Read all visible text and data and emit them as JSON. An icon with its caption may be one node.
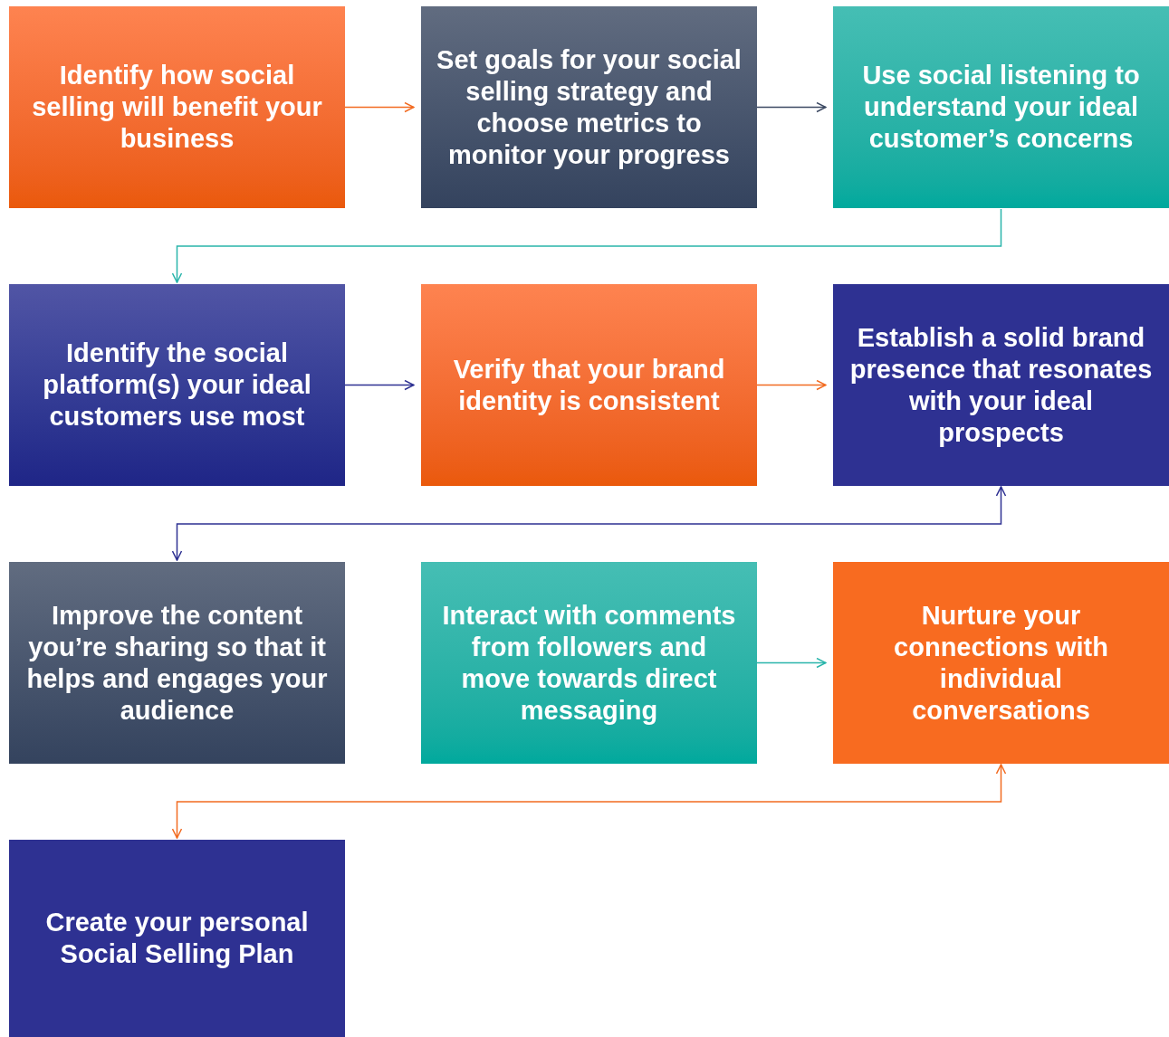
{
  "diagram": {
    "nodes": [
      {
        "text": [
          "Identify how social selling will benefit your business"
        ]
      },
      {
        "text": [
          "Set goals for your social selling strategy and choose metrics to monitor your progress"
        ]
      },
      {
        "text": [
          "Use social listening to understand your ideal customer’s concerns"
        ]
      },
      {
        "text": [
          "Identify the social platform(s) your ideal customers use most"
        ]
      },
      {
        "text": [
          "Verify that your brand identity is consistent"
        ]
      },
      {
        "text": [
          "Establish a solid brand presence that resonates with your ideal prospects"
        ]
      },
      {
        "text": [
          "Improve the content you’re sharing so that it helps and engages your audience"
        ]
      },
      {
        "text": [
          "Interact with comments from followers and move towards direct messaging"
        ]
      },
      {
        "text": [
          "Nurture your connections with individual conversations"
        ]
      },
      {
        "text": [
          "Create your personal Social Selling Plan"
        ]
      }
    ],
    "edges": [
      {
        "from": 0,
        "to": 1,
        "arrow": "to",
        "color": "#f26b21"
      },
      {
        "from": 1,
        "to": 2,
        "arrow": "to",
        "color": "#3d4a63"
      },
      {
        "from": 2,
        "to": 3,
        "arrow": "to",
        "color": "#2ab5ab"
      },
      {
        "from": 3,
        "to": 4,
        "arrow": "to",
        "color": "#2e3192"
      },
      {
        "from": 4,
        "to": 5,
        "arrow": "to",
        "color": "#f26b21"
      },
      {
        "from": 5,
        "to": 6,
        "arrow": "both",
        "color": "#2e3192"
      },
      {
        "from": 7,
        "to": 8,
        "arrow": "to",
        "color": "#2ab5ab"
      },
      {
        "from": 8,
        "to": 9,
        "arrow": "both",
        "color": "#f26b21"
      }
    ]
  }
}
